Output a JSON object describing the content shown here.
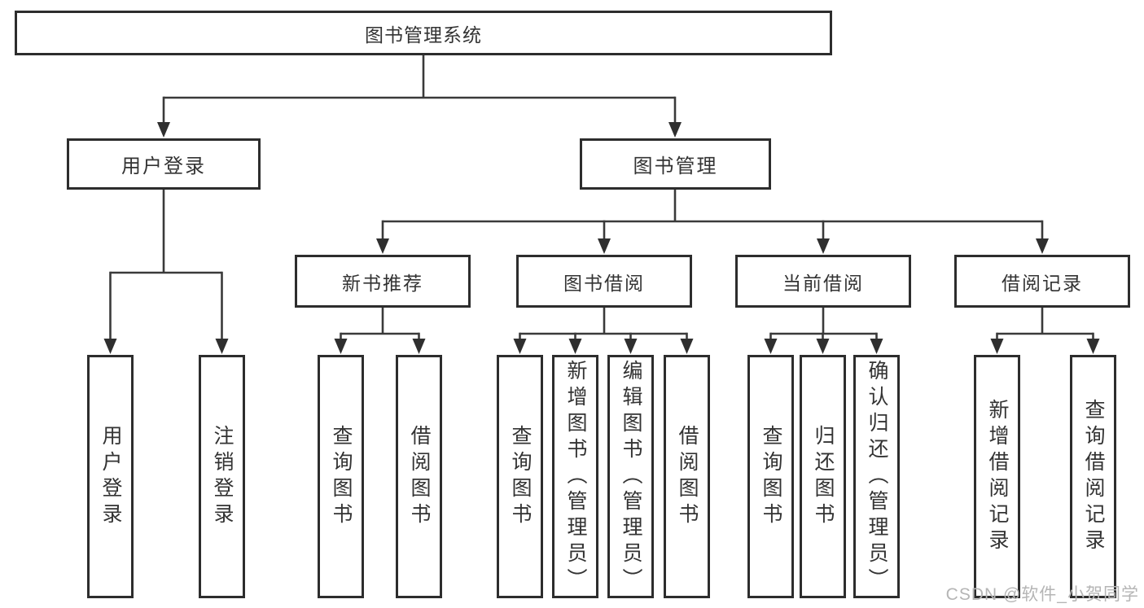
{
  "diagram": {
    "title": "图书管理系统",
    "branches": [
      {
        "label": "用户登录",
        "children": [
          {
            "label": "用户登录"
          },
          {
            "label": "注销登录"
          }
        ]
      },
      {
        "label": "图书管理",
        "children": [
          {
            "label": "新书推荐",
            "children": [
              {
                "label": "查询图书"
              },
              {
                "label": "借阅图书"
              }
            ]
          },
          {
            "label": "图书借阅",
            "children": [
              {
                "label": "查询图书"
              },
              {
                "label": "新增图书（管理员）"
              },
              {
                "label": "编辑图书（管理员）"
              },
              {
                "label": "借阅图书"
              }
            ]
          },
          {
            "label": "当前借阅",
            "children": [
              {
                "label": "查询图书"
              },
              {
                "label": "归还图书"
              },
              {
                "label": "确认归还（管理员）"
              }
            ]
          },
          {
            "label": "借阅记录",
            "children": [
              {
                "label": "新增借阅记录"
              },
              {
                "label": "查询借阅记录"
              }
            ]
          }
        ]
      }
    ]
  },
  "watermark": {
    "text": "CSDN @软件_小贺同学"
  },
  "colors": {
    "background": "#ffffff",
    "box_border": "#2d2d2d",
    "line": "#3a3a3a",
    "text": "#333333",
    "watermark": "#b5b5b5"
  }
}
